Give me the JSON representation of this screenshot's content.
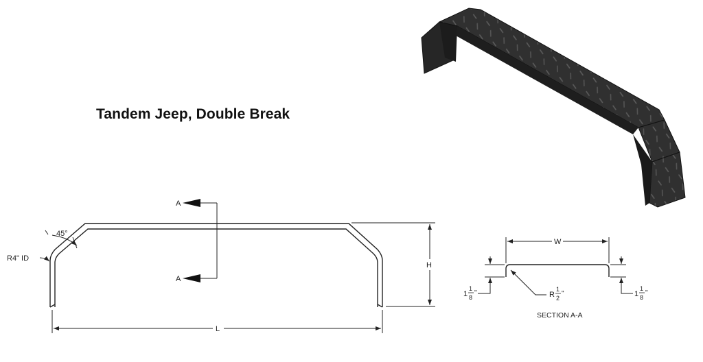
{
  "title": "Tandem Jeep, Double Break",
  "side_view": {
    "angle_label": "45°",
    "radius_label": "R4\" ID",
    "section_marker_top": "A",
    "section_marker_bottom": "A",
    "height_label": "H",
    "length_label": "L"
  },
  "section": {
    "width_label": "W",
    "left_flange": {
      "whole": "1",
      "numerator": "1",
      "denominator": "8",
      "unit": "\""
    },
    "right_flange": {
      "whole": "1",
      "numerator": "1",
      "denominator": "8",
      "unit": "\""
    },
    "bend_radius": {
      "prefix": "R",
      "numerator": "1",
      "denominator": "2",
      "unit": "\""
    },
    "caption": "SECTION A-A"
  },
  "render": {
    "surface": "black diamond plate",
    "color": "#2a2a2a"
  }
}
